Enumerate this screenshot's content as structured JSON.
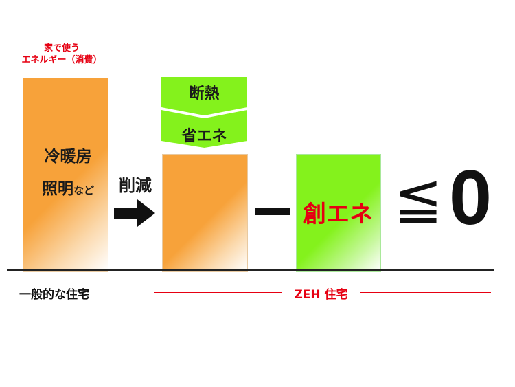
{
  "header": {
    "caption_line1": "家で使う",
    "caption_line2": "エネルギー（消費）"
  },
  "bar1": {
    "line1": "冷暖房",
    "line2_main": "照明",
    "line2_small": "など"
  },
  "arrow": {
    "label": "削減"
  },
  "chevrons": {
    "top": "断熱",
    "bottom": "省エネ"
  },
  "create": {
    "label": "創エネ"
  },
  "result": {
    "symbol": "≦",
    "value": "0"
  },
  "footer": {
    "left_label": "一般的な住宅",
    "right_label": "ZEH 住宅"
  },
  "colors": {
    "orange": "#f7a23a",
    "green": "#84f21c",
    "red": "#e60012"
  }
}
